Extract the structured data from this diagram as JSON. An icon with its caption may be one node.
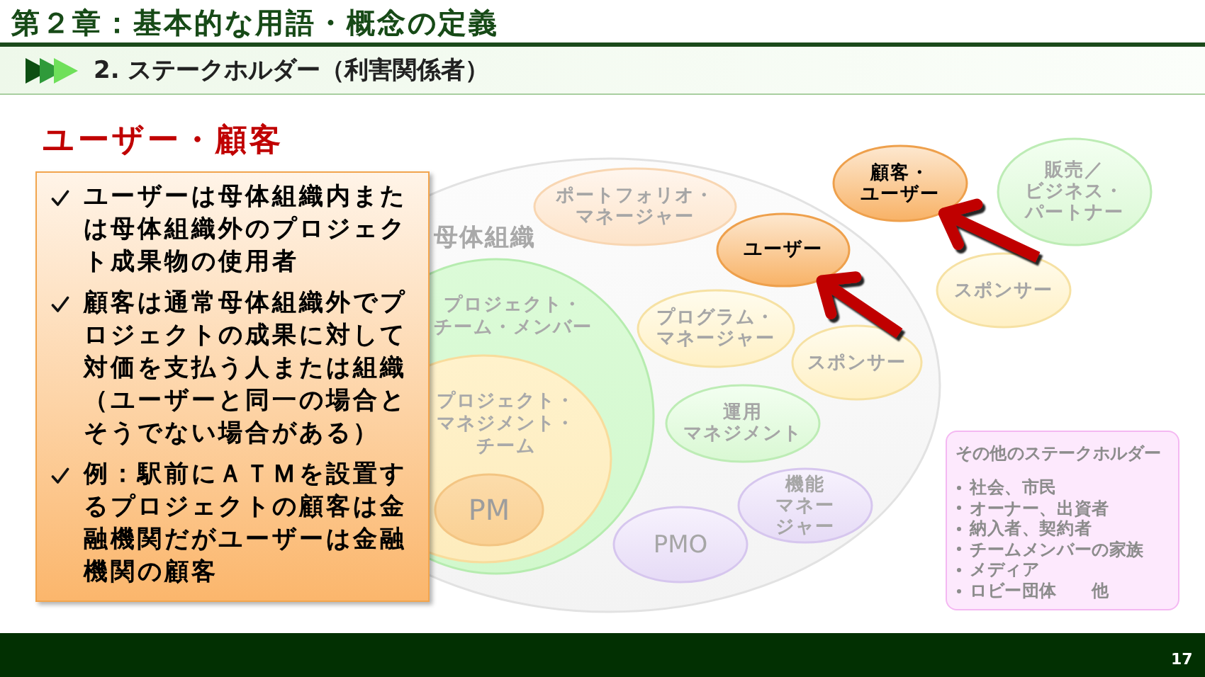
{
  "diagram": {
    "title": "第２章：基本的な用語・概念の定義",
    "nodes": [
      {
        "text": [
          "ユーザー・顧客",
          "ユーザーは母体組織内または母体組織外のプロジェクト成果物の使用者",
          "顧客は通常母体組織外でプロジェクトの成果に対して対価を支払う人または組織（ユーザーと同一の場合とそうでない場合がある）",
          "例：駅前にＡＴＭを設置するプロジェクトの顧客は金融機関だがユーザーは金融機関の顧客"
        ]
      },
      {
        "text": [
          "母体組織"
        ]
      },
      {
        "text": [
          "ポートフォリオ・マネージャー"
        ],
        "in": 1
      },
      {
        "text": [
          "顧客・ユーザー"
        ]
      },
      {
        "text": [
          "販売／ビジネス・パートナー"
        ]
      },
      {
        "text": [
          "ユーザー"
        ],
        "in": 1
      },
      {
        "text": [
          "スポンサー"
        ]
      },
      {
        "text": [
          "プロジェクト・チーム・メンバー"
        ],
        "in": 1
      },
      {
        "text": [
          "プロジェクト・マネジメント・チーム"
        ],
        "in": 7
      },
      {
        "text": [
          "PM"
        ],
        "in": 8
      },
      {
        "text": [
          "プログラム・マネージャー"
        ],
        "in": 1
      },
      {
        "text": [
          "スポンサー"
        ],
        "in": 1
      },
      {
        "text": [
          "運用マネジメント"
        ],
        "in": 1
      },
      {
        "text": [
          "機能マネージャー"
        ],
        "in": 1
      },
      {
        "text": [
          "PMO"
        ],
        "in": 1
      },
      {
        "text": [
          "その他のステークホルダー",
          "社会、市民",
          "オーナー、出資者",
          "納入者、契約者",
          "チームメンバーの家族",
          "メディア",
          "ロビー団体　　他"
        ]
      }
    ],
    "edges": [
      {
        "from": 11,
        "to": 5,
        "arrow": "to"
      },
      {
        "from": 6,
        "to": 3,
        "arrow": "to"
      }
    ],
    "labels": [
      "2. ステークホルダー（利害関係者）",
      "17"
    ]
  }
}
